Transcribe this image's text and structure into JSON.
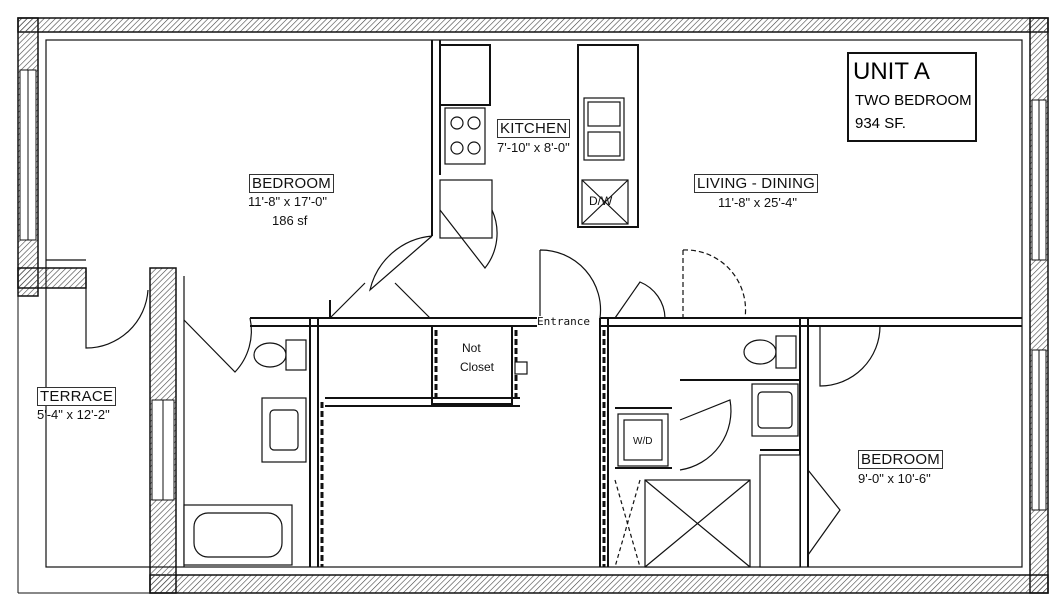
{
  "unit": {
    "name": "UNIT A",
    "type": "TWO BEDROOM",
    "area": "934 SF."
  },
  "rooms": {
    "bedroom1": {
      "name": "BEDROOM",
      "dims": "11'-8\" x 17'-0\"",
      "area": "186 sf"
    },
    "kitchen": {
      "name": "KITCHEN",
      "dims": "7'-10\" x 8'-0\""
    },
    "living": {
      "name": "LIVING - DINING",
      "dims": "11'-8\" x 25'-4\""
    },
    "terrace": {
      "name": "TERRACE",
      "dims": "5'-4\" x 12'-2\""
    },
    "bedroom2": {
      "name": "BEDROOM",
      "dims": "9'-0\" x 10'-6\""
    }
  },
  "labels": {
    "entrance": "Entrance",
    "closet_line1": "Not",
    "closet_line2": "Closet",
    "dishwasher": "D/W",
    "washer_dryer": "W/D"
  }
}
